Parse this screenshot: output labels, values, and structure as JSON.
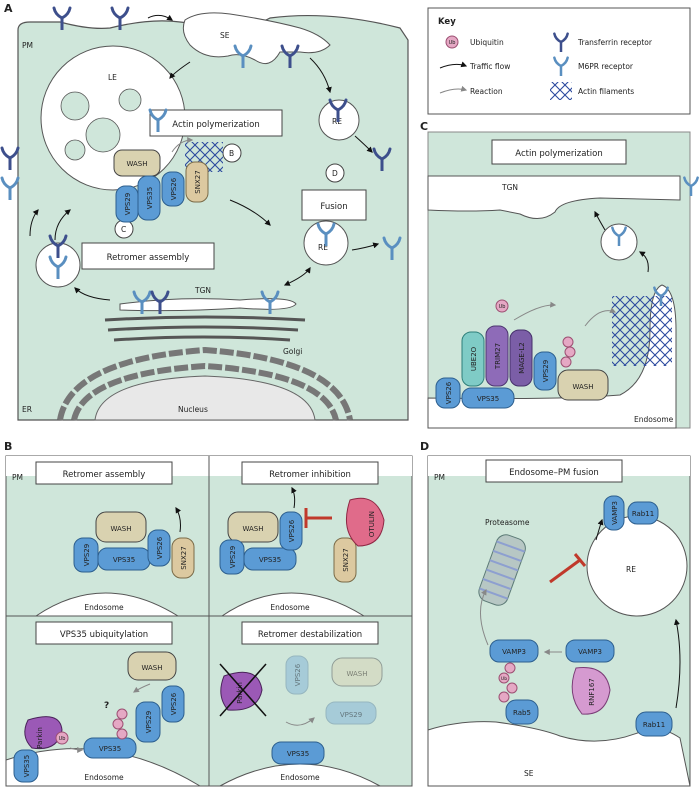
{
  "panels": {
    "A": {
      "letter": "A",
      "labels": {
        "pm": "PM",
        "se": "SE",
        "le": "LE",
        "re1": "RE",
        "re2": "RE",
        "tgn": "TGN",
        "golgi": "Golgi",
        "nucleus": "Nucleus",
        "er": "ER",
        "actin_box": "Actin polymerization",
        "fusion_box": "Fusion",
        "retromer_box": "Retromer assembly",
        "marker_b": "B",
        "marker_c": "C",
        "marker_d": "D"
      },
      "proteins": {
        "wash": "WASH",
        "vps35": "VPS35",
        "vps29": "VPS29",
        "vps26": "VPS26",
        "snx27": "SNX27"
      }
    },
    "key": {
      "title": "Key",
      "items": {
        "ubiquitin": "Ubiquitin",
        "ub": "Ub",
        "traffic": "Traffic flow",
        "reaction": "Reaction",
        "tfr": "Transferrin receptor",
        "m6pr": "M6PR receptor",
        "actin": "Actin filaments"
      }
    },
    "C": {
      "letter": "C",
      "labels": {
        "actin_box": "Actin polymerization",
        "tgn": "TGN",
        "endosome": "Endosome",
        "ub": "Ub"
      },
      "proteins": {
        "ube2o": "UBE2O",
        "trim27": "TRIM27",
        "magel2": "MAGE-L2",
        "vps26": "VPS26",
        "vps35": "VPS35",
        "vps29": "VPS29",
        "wash": "WASH"
      }
    },
    "B": {
      "letter": "B",
      "pm": "PM",
      "assembly": {
        "title": "Retromer assembly",
        "endosome": "Endosome",
        "wash": "WASH",
        "vps29": "VPS29",
        "vps35": "VPS35",
        "vps26": "VPS26",
        "snx27": "SNX27"
      },
      "inhibition": {
        "title": "Retromer inhibition",
        "endosome": "Endosome",
        "wash": "WASH",
        "vps29": "VPS29",
        "vps35": "VPS35",
        "vps26": "VPS26",
        "snx27": "SNX27",
        "otulin": "OTULIN"
      },
      "ubiquitylation": {
        "title": "VPS35 ubiquitylation",
        "endosome": "Endosome",
        "wash": "WASH",
        "vps26": "VPS26",
        "vps29": "VPS29",
        "vps35_a": "VPS35",
        "vps35_b": "VPS35",
        "parkin": "Parkin",
        "ub": "Ub",
        "question": "?"
      },
      "destabilization": {
        "title": "Retromer destabilization",
        "endosome": "Endosome",
        "parkin": "Parkin",
        "vps26": "VPS26",
        "wash": "WASH",
        "vps29": "VPS29",
        "vps35": "VPS35"
      }
    },
    "D": {
      "letter": "D",
      "pm": "PM",
      "title": "Endosome–PM fusion",
      "labels": {
        "proteasome": "Proteasome",
        "re": "RE",
        "se": "SE",
        "ub": "Ub"
      },
      "proteins": {
        "vamp3_top": "VAMP3",
        "rab11_top": "Rab11",
        "vamp3_left": "VAMP3",
        "vamp3_right": "VAMP3",
        "rnf167": "RNF167",
        "rab5": "Rab5",
        "rab11_bottom": "Rab11"
      }
    }
  },
  "colors": {
    "cytoplasm": "#cfe6da",
    "membrane_dark": "#555555",
    "vps": "#5b9bd5",
    "wash": "#d9d2b0",
    "snx27": "#dcc9a0",
    "ub": "#e5a8c4",
    "otulin": "#e06b8a",
    "parkin": "#9b59b6",
    "ube2o": "#7fcbc6",
    "trim27": "#8e6bb8",
    "magel2": "#7b5ea7",
    "rnf167": "#d59ad0",
    "tfr": "#3d4f8c",
    "m6pr": "#5a8fc0",
    "actin": "#2c4a9e",
    "inhibit": "#c0392b"
  }
}
